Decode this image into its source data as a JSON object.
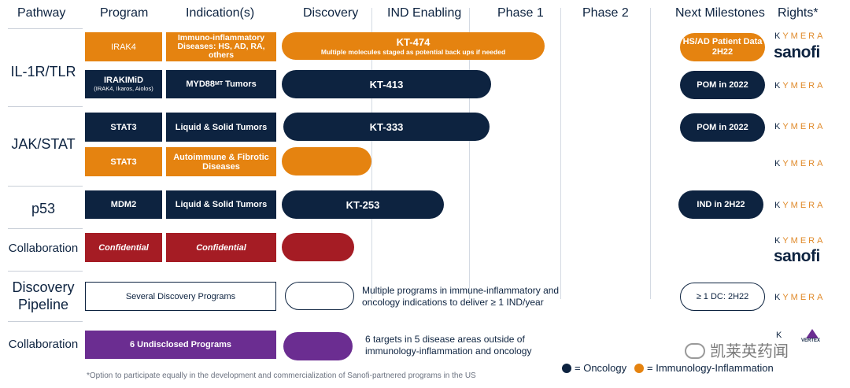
{
  "headers": {
    "pathway": "Pathway",
    "program": "Program",
    "indication": "Indication(s)",
    "discovery": "Discovery",
    "ind_enabling": "IND Enabling",
    "phase1": "Phase 1",
    "phase2": "Phase 2",
    "milestones": "Next Milestones",
    "rights": "Rights*"
  },
  "pathways": {
    "il1r": "IL-1R/TLR",
    "jak": "JAK/STAT",
    "p53": "p53",
    "collab1": "Collaboration",
    "discovery_line1": "Discovery",
    "discovery_line2": "Pipeline",
    "collab2": "Collaboration"
  },
  "rows": {
    "irak4": {
      "program": "IRAK4",
      "indication": "Immuno-inflammatory Diseases: HS, AD, RA, others",
      "bar_title": "KT-474",
      "bar_sub": "Multiple molecules staged as potential back ups if needed",
      "milestone": "HS/AD Patient Data 2H22"
    },
    "irakimid": {
      "program": "IRAKIMiD",
      "program_sub": "(IRAK4, Ikaros, Aiolos)",
      "indication_main": "MYD88",
      "indication_sup": "MT",
      "indication_rest": " Tumors",
      "bar_title": "KT-413",
      "milestone": "POM in 2022"
    },
    "stat3_onc": {
      "program": "STAT3",
      "indication": "Liquid & Solid Tumors",
      "bar_title": "KT-333",
      "milestone": "POM in 2022"
    },
    "stat3_ii": {
      "program": "STAT3",
      "indication": "Autoimmune & Fibrotic Diseases"
    },
    "mdm2": {
      "program": "MDM2",
      "indication": "Liquid & Solid Tumors",
      "bar_title": "KT-253",
      "milestone": "IND in 2H22"
    },
    "confidential": {
      "program": "Confidential",
      "indication": "Confidential"
    },
    "discovery": {
      "program": "Several Discovery Programs",
      "note": "Multiple programs in immune-inflammatory and oncology indications to deliver ≥ 1 IND/year",
      "milestone": "≥ 1 DC: 2H22"
    },
    "undisclosed": {
      "program": "6 Undisclosed Programs",
      "note": "6 targets in 5 disease areas outside of immunology-inflammation and oncology"
    }
  },
  "rights": {
    "kymera_k": "K",
    "kymera_rest": "YMERA",
    "sanofi": "sanofi",
    "vertex": "VERTEX"
  },
  "legend": {
    "oncology": "= Oncology",
    "immunology": "= Immunology-Inflammation"
  },
  "colors": {
    "navy": "#0d2340",
    "orange": "#e58310",
    "red": "#a51c24",
    "purple": "#6b2d91"
  },
  "footnote": "*Option to participate equally in the development and commercialization of Sanofi-partnered programs in the US",
  "watermark": "凯莱英药闻"
}
